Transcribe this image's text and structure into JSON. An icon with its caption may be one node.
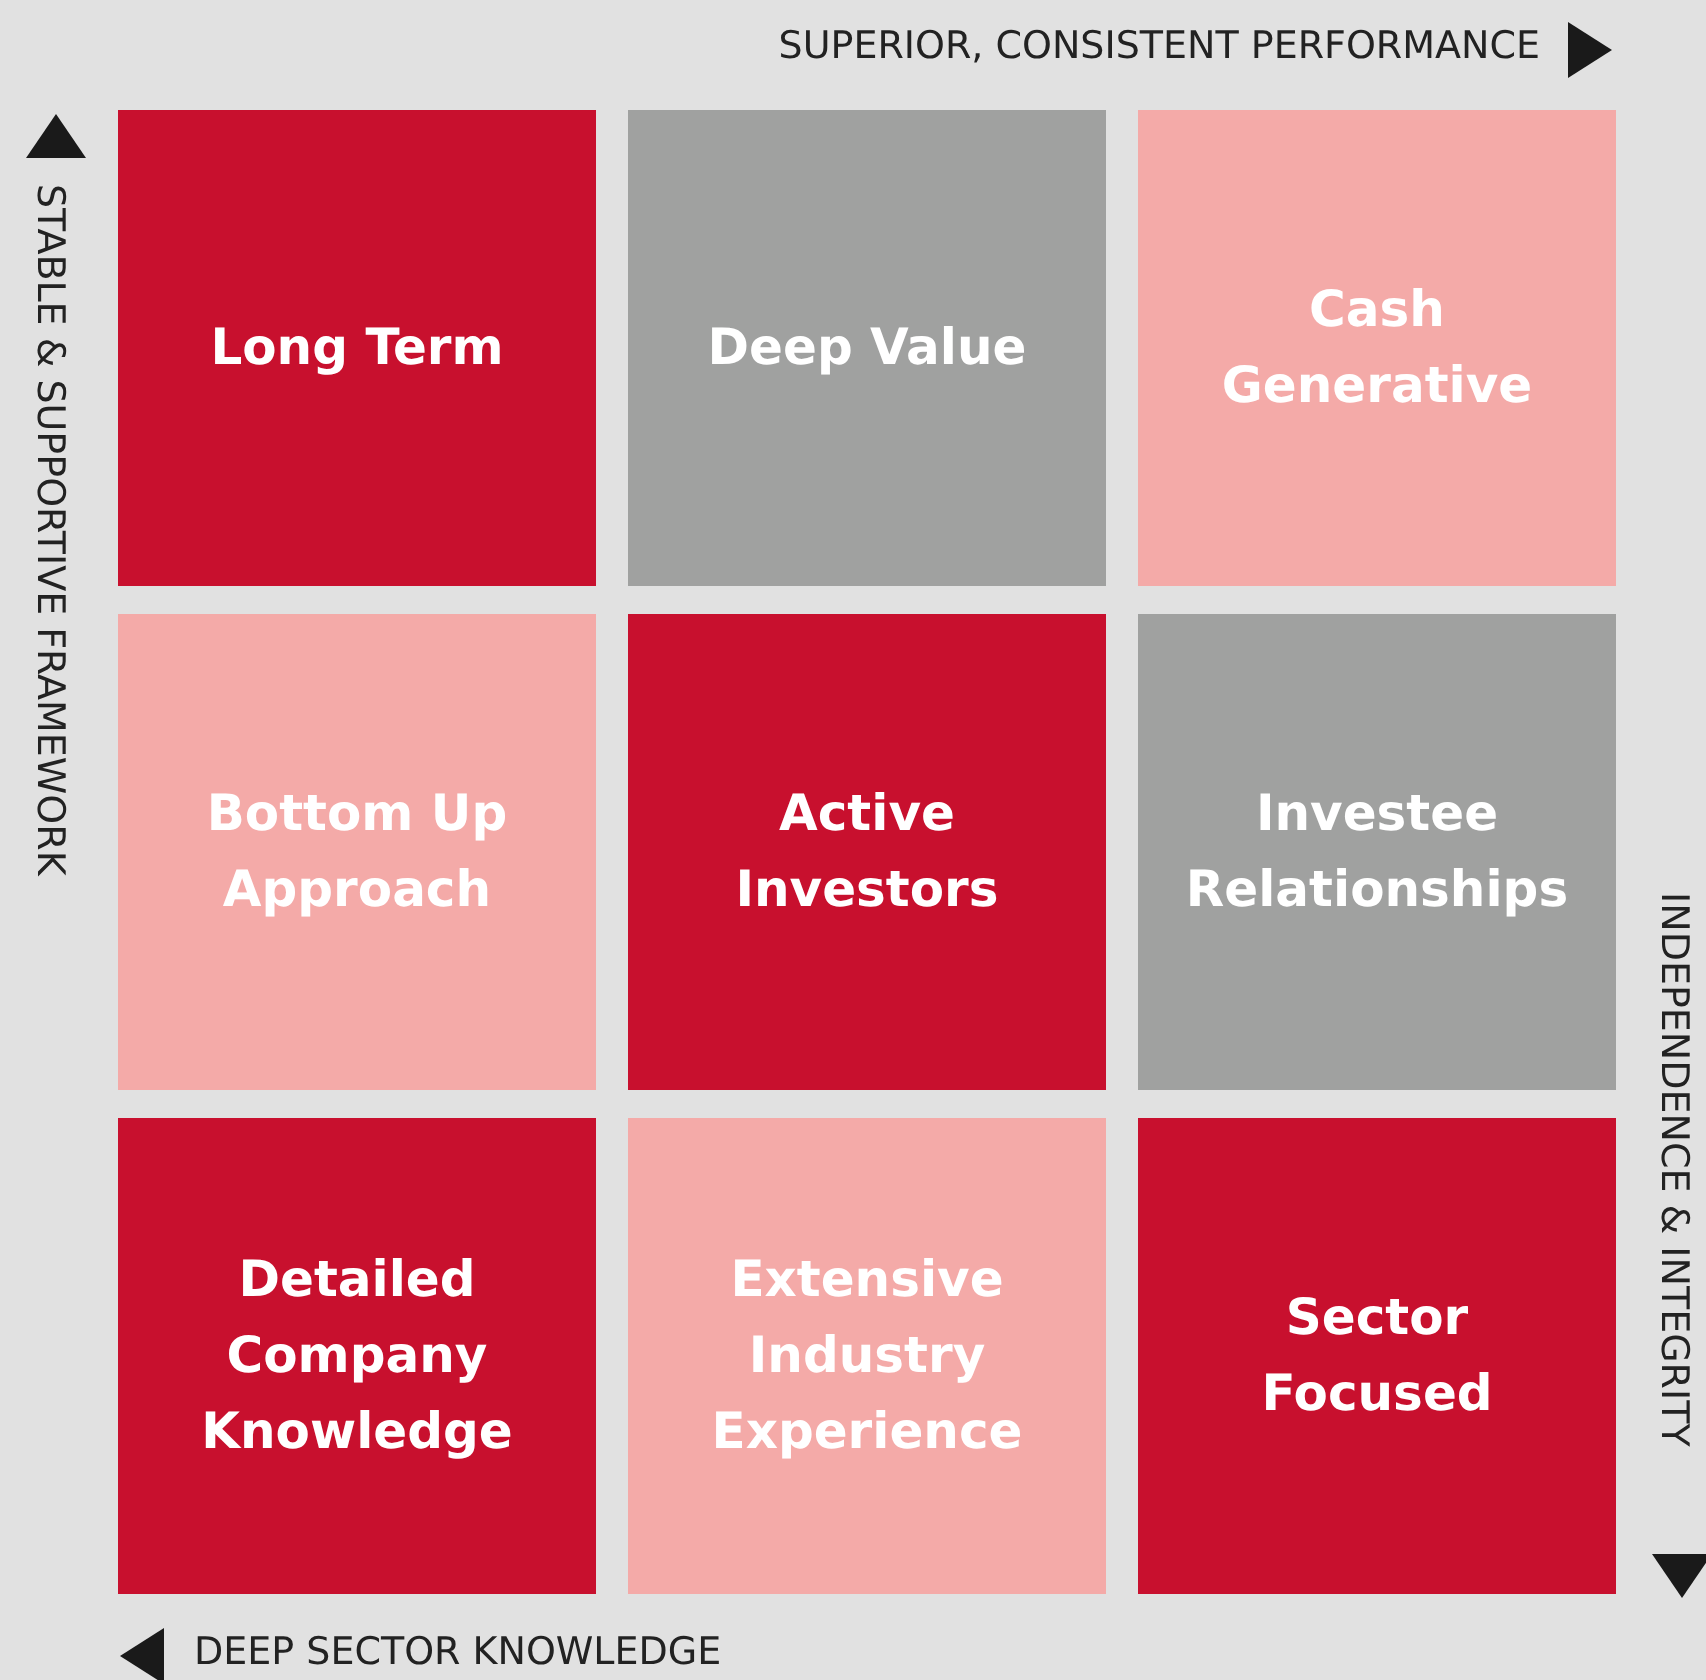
{
  "diagram": {
    "nodes": [
      {
        "text": [
          "Long Term"
        ]
      },
      {
        "text": [
          "Deep Value"
        ]
      },
      {
        "text": [
          "Cash Generative"
        ]
      },
      {
        "text": [
          "Bottom Up Approach"
        ]
      },
      {
        "text": [
          "Active Investors"
        ]
      },
      {
        "text": [
          "Investee Relationships"
        ]
      },
      {
        "text": [
          "Detailed Company Knowledge"
        ]
      },
      {
        "text": [
          "Extensive Industry Experience"
        ]
      },
      {
        "text": [
          "Sector Focused"
        ]
      }
    ],
    "edges": [],
    "labels": [
      "SUPERIOR, CONSISTENT PERFORMANCE",
      "STABLE & SUPPORTIVE FRAMEWORK",
      "INDEPENDENCE & INTEGRITY",
      "DEEP SECTOR KNOWLEDGE"
    ]
  }
}
